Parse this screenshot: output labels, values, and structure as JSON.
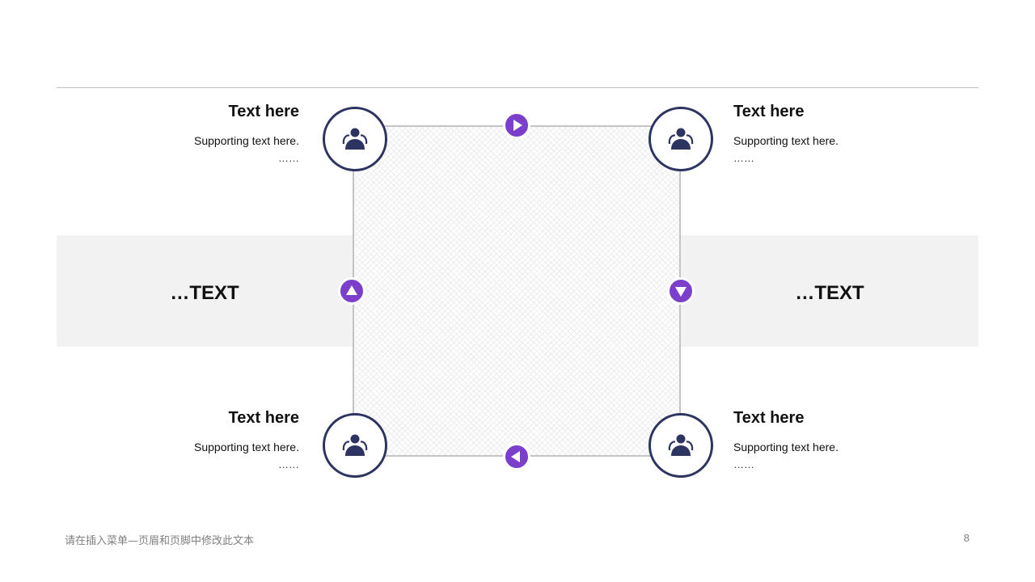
{
  "blocks": {
    "top_left": {
      "title": "Text here",
      "subtitle": "Supporting text here.",
      "ellipsis": "……"
    },
    "top_right": {
      "title": "Text here",
      "subtitle": "Supporting text here.",
      "ellipsis": "……"
    },
    "bottom_left": {
      "title": "Text here",
      "subtitle": "Supporting text here.",
      "ellipsis": "……"
    },
    "bottom_right": {
      "title": "Text here",
      "subtitle": "Supporting text here.",
      "ellipsis": "……"
    }
  },
  "bands": {
    "left_label": "…TEXT",
    "right_label": "…TEXT"
  },
  "icons": {
    "node": "users-icon",
    "arrow_top": "play-right-icon",
    "arrow_right": "triangle-down-icon",
    "arrow_bottom": "play-left-icon",
    "arrow_left": "triangle-up-icon"
  },
  "colors": {
    "node_border": "#2e3461",
    "arrow_fill": "#7b3fcc",
    "band_bg": "#f2f2f2"
  },
  "footer": {
    "note": "请在插入菜单—页眉和页脚中修改此文本",
    "page_number": "8"
  }
}
